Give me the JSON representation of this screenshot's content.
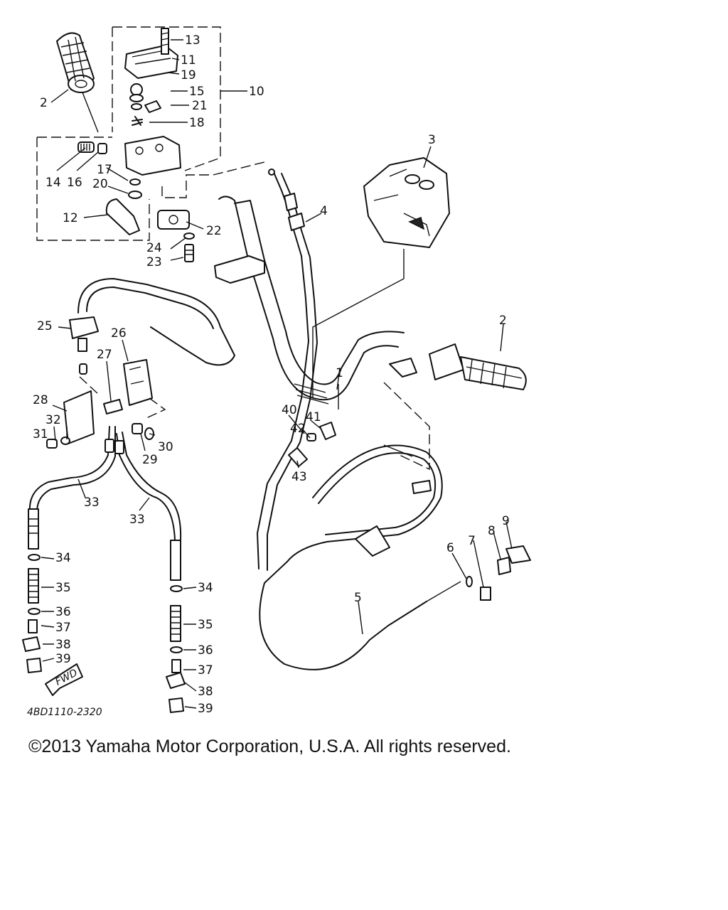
{
  "diagram": {
    "callouts": [
      "13",
      "11",
      "19",
      "15",
      "21",
      "18",
      "10",
      "2",
      "14",
      "16",
      "17",
      "20",
      "12",
      "22",
      "24",
      "23",
      "3",
      "4",
      "2",
      "25",
      "26",
      "27",
      "28",
      "32",
      "31",
      "29",
      "30",
      "40",
      "41",
      "42",
      "43",
      "1",
      "33",
      "33",
      "34",
      "35",
      "36",
      "37",
      "38",
      "39",
      "34",
      "35",
      "36",
      "37",
      "38",
      "39",
      "5",
      "6",
      "7",
      "8",
      "9"
    ],
    "arrow_label": "FWD",
    "drawing_code": "4BD1110-2320"
  },
  "footer": {
    "copyright": "©2013 Yamaha Motor Corporation, U.S.A. All rights reserved."
  }
}
